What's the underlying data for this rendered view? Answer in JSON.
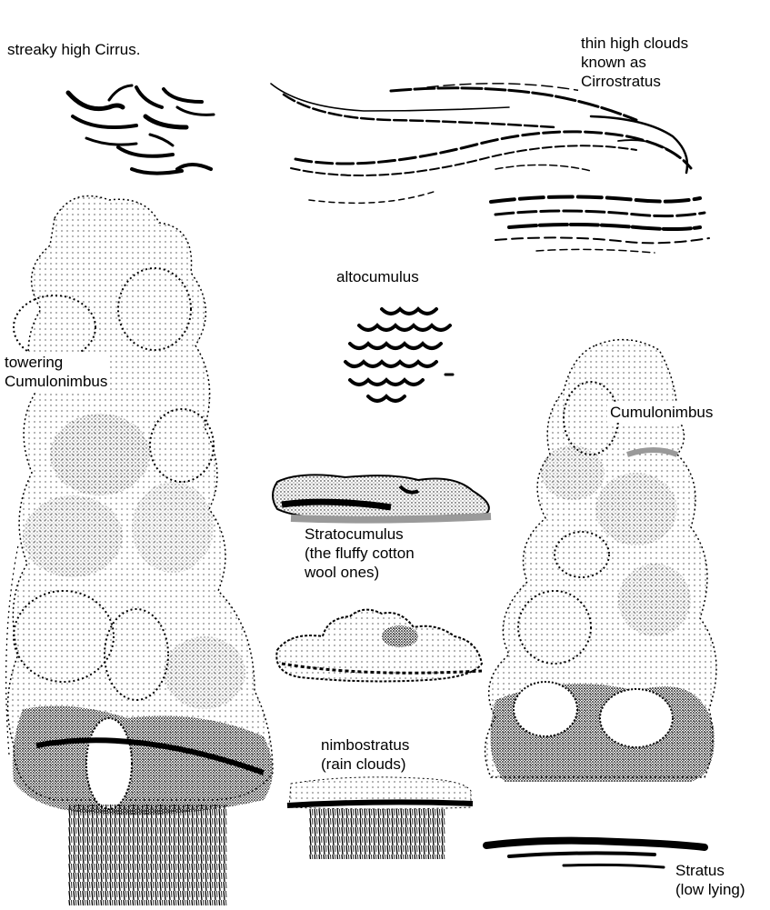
{
  "diagram": {
    "labels": {
      "cirrus": [
        "streaky high Cirrus."
      ],
      "cirrostratus": [
        "thin high clouds",
        "known as",
        "Cirrostratus"
      ],
      "altocumulus": [
        "altocumulus"
      ],
      "towering_cumulonimbus": [
        "towering",
        "Cumulonimbus"
      ],
      "cumulonimbus": [
        "Cumulonimbus"
      ],
      "stratocumulus": [
        "Stratocumulus",
        "(the fluffy cotton",
        "wool ones)"
      ],
      "nimbostratus": [
        "nimbostratus",
        "(rain clouds)"
      ],
      "stratus": [
        "Stratus",
        "(low lying)"
      ]
    },
    "colors": {
      "ink": "#000000",
      "grey_ink": "#9a9a9a",
      "paper": "#ffffff"
    }
  }
}
